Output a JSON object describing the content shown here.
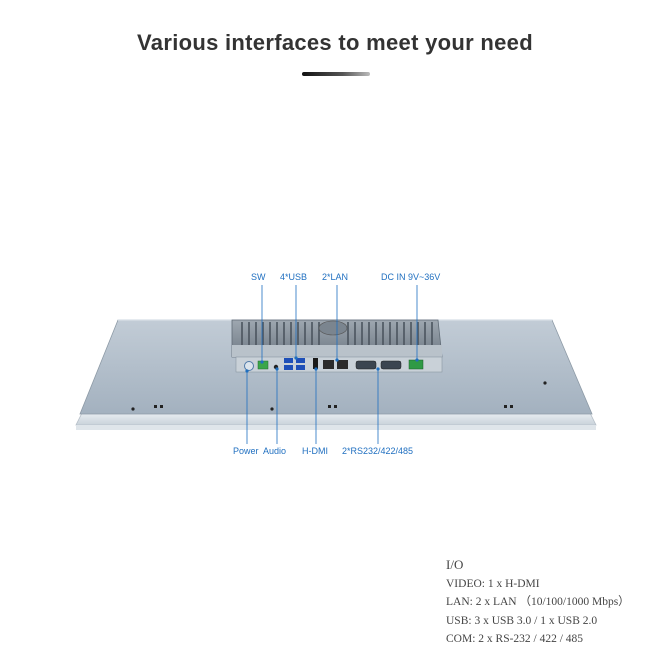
{
  "header": {
    "title": "Various interfaces to meet your need"
  },
  "callouts_top": {
    "sw": "SW",
    "usb": "4*USB",
    "lan": "2*LAN",
    "dc": "DC IN 9V~36V"
  },
  "callouts_bottom": {
    "power": "Power",
    "audio": "Audio",
    "hdmi": "H-DMI",
    "rs232": "2*RS232/422/485"
  },
  "io_specs": {
    "title": "I/O",
    "lines": [
      "VIDEO: 1 x H-DMI",
      "LAN: 2 x LAN （10/100/1000 Mbps）",
      "USB: 3 x USB 3.0 / 1 x USB 2.0",
      "COM: 2 x RS-232 / 422 / 485"
    ]
  },
  "colors": {
    "callout": "#1f6fc0",
    "panel": "#aab7c4",
    "heatsink": "#8c96a0"
  }
}
